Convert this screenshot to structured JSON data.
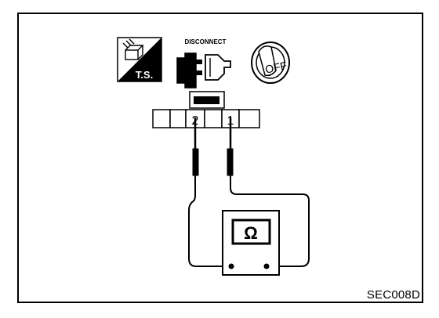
{
  "icons": {
    "test_label": "T.S.",
    "disconnect_label": "DISCONNECT",
    "ignition_label": "OFF"
  },
  "connector": {
    "pins": [
      "2",
      "1"
    ]
  },
  "meter": {
    "symbol": "Ω"
  },
  "figure_code": "SEC008D"
}
